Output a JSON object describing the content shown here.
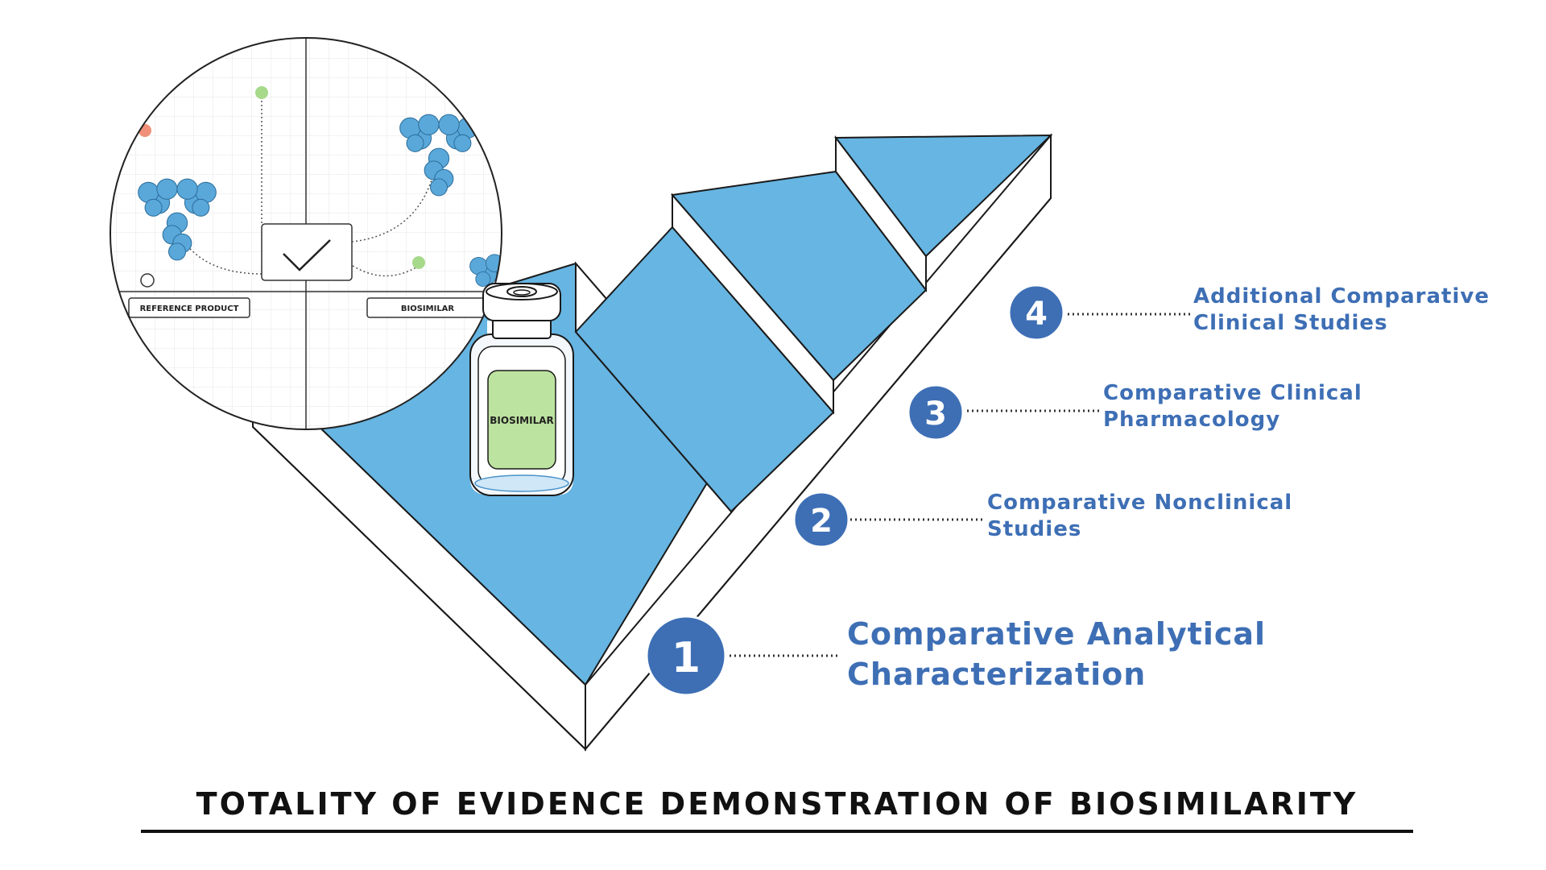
{
  "title": "TOTALITY OF EVIDENCE DEMONSTRATION OF BIOSIMILARITY",
  "colors": {
    "step_fill": "#66B5E2",
    "step_side": "#ffffff",
    "outline": "#1a1a1a",
    "badge": "#3E6FB5",
    "label_text": "#3E6FB5",
    "vial_label": "#BDE3A0",
    "dot_green": "#A6D98A",
    "dot_red": "#F09078",
    "antibody": "#5AA8DA"
  },
  "steps": [
    {
      "number": "1",
      "lines": [
        "Comparative Analytical",
        "Characterization"
      ]
    },
    {
      "number": "2",
      "lines": [
        "Comparative Nonclinical",
        "Studies"
      ]
    },
    {
      "number": "3",
      "lines": [
        "Comparative Clinical",
        "Pharmacology"
      ]
    },
    {
      "number": "4",
      "lines": [
        "Additional Comparative",
        "Clinical Studies"
      ]
    }
  ],
  "inset": {
    "left_tag": "REFERENCE PRODUCT",
    "right_tag": "BIOSIMILAR",
    "check_icon": "checkmark-icon"
  },
  "vial": {
    "label": "BIOSIMILAR"
  }
}
